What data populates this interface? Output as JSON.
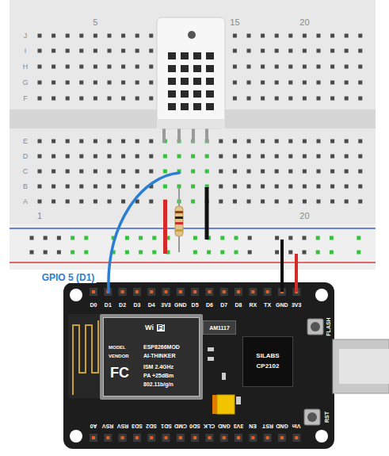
{
  "diagram": {
    "nodes": [
      {
        "text": [
          "Wi",
          "Fi",
          "MODEL",
          "ESP8266MOD",
          "VENDOR",
          "AI-THINKER",
          "FC",
          "ISM 2.4GHz",
          "PA +25dBm",
          "802.11b/g/n"
        ]
      },
      {
        "text": [
          "AM1117"
        ]
      },
      {
        "text": [
          "SILABS",
          "CP2102"
        ]
      }
    ],
    "labels": [
      "5",
      "15",
      "20",
      "J",
      "I",
      "H",
      "G",
      "F",
      "E",
      "D",
      "C",
      "B",
      "A",
      "1",
      "20",
      "GPIO 5 (D1)",
      "D0",
      "D1",
      "D2",
      "D3",
      "D4",
      "3V3",
      "GND",
      "D5",
      "D6",
      "D7",
      "D8",
      "RX",
      "TX",
      "GND",
      "3V3",
      "A0",
      "RSV",
      "RSV",
      "SD3",
      "SD2",
      "SD1",
      "CMD",
      "SD0",
      "CLK",
      "GND",
      "3V3",
      "EN",
      "RST",
      "GND",
      "Vin",
      "FLASH",
      "RST"
    ]
  }
}
